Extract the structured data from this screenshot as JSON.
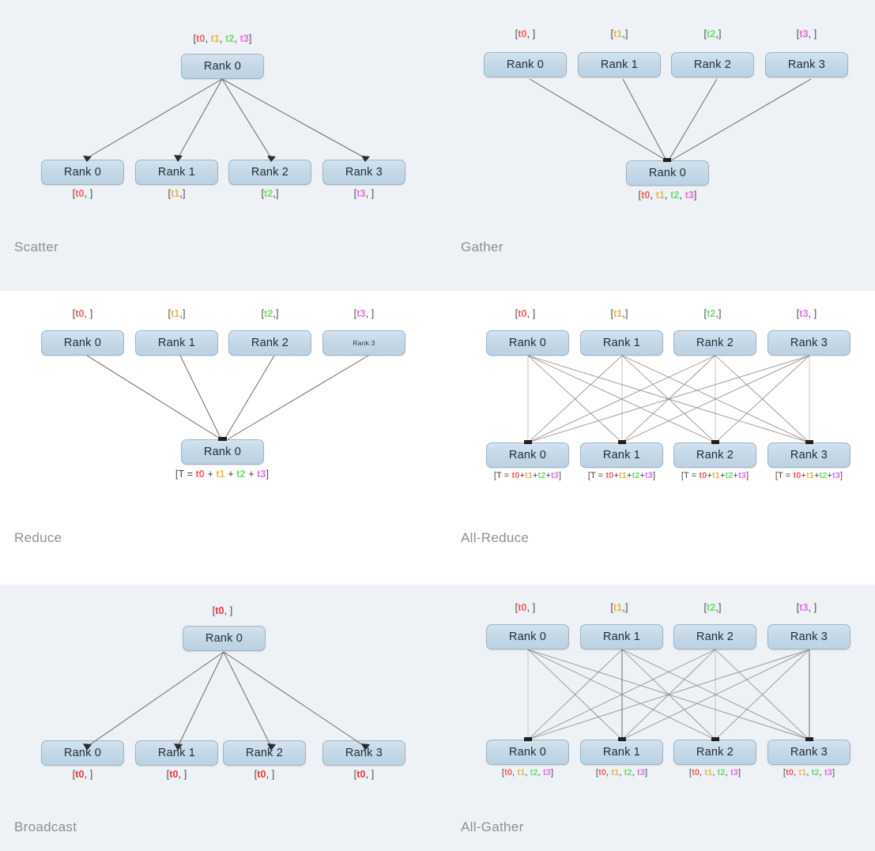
{
  "colors": {
    "t0": "#f2605f",
    "t1": "#e8b84b",
    "t2": "#6fdc6f",
    "t3": "#e36fe0",
    "t0_broadcast": "#ef3333",
    "node_fill": "#c2d6e6",
    "node_border": "#9fb4c6",
    "band_bg": "#eef1f5",
    "page_bg": "#ffffff",
    "caption": "#8b9096",
    "edge": "#6a6a6a"
  },
  "tokens": {
    "t0": "t0",
    "t1": "t1",
    "t2": "t2",
    "t3": "t3",
    "open": "[",
    "close": "]",
    "comma": ", ",
    "plus": " + ",
    "plus_tight": "+",
    "eq": "T = "
  },
  "panels": {
    "scatter": {
      "caption": "Scatter",
      "root": {
        "label": "Rank 0",
        "tensor": "[t0, t1, t2, t3]"
      },
      "children": [
        {
          "label": "Rank 0",
          "tensor": "[t0, ]"
        },
        {
          "label": "Rank 1",
          "tensor": "[t1,]"
        },
        {
          "label": "Rank 2",
          "tensor": "[t2,]"
        },
        {
          "label": "Rank 3",
          "tensor": "[t3, ]"
        }
      ]
    },
    "gather": {
      "caption": "Gather",
      "root": {
        "label": "Rank 0",
        "tensor": "[t0, t1, t2, t3]"
      },
      "children": [
        {
          "label": "Rank 0",
          "tensor": "[t0, ]"
        },
        {
          "label": "Rank 1",
          "tensor": "[t1,]"
        },
        {
          "label": "Rank 2",
          "tensor": "[t2,]"
        },
        {
          "label": "Rank 3",
          "tensor": "[t3, ]"
        }
      ]
    },
    "reduce": {
      "caption": "Reduce",
      "root": {
        "label": "Rank 0",
        "tensor": "[T = t0 + t1 + t2 + t3]"
      },
      "children": [
        {
          "label": "Rank 0",
          "tensor": "[t0, ]"
        },
        {
          "label": "Rank 1",
          "tensor": "[t1,]"
        },
        {
          "label": "Rank 2",
          "tensor": "[t2,]"
        },
        {
          "label": "Rank 3",
          "tensor": "[t3, ]"
        }
      ]
    },
    "all_reduce": {
      "caption": "All-Reduce",
      "top": [
        {
          "label": "Rank 0",
          "tensor": "[t0, ]"
        },
        {
          "label": "Rank 1",
          "tensor": "[t1,]"
        },
        {
          "label": "Rank 2",
          "tensor": "[t2,]"
        },
        {
          "label": "Rank 3",
          "tensor": "[t3, ]"
        }
      ],
      "bottom": [
        {
          "label": "Rank 0",
          "tensor": "[T = t0+t1+t2+t3]"
        },
        {
          "label": "Rank 1",
          "tensor": "[T = t0+t1+t2+t3]"
        },
        {
          "label": "Rank 2",
          "tensor": "[T = t0+t1+t2+t3]"
        },
        {
          "label": "Rank 3",
          "tensor": "[T = t0+t1+t2+t3]"
        }
      ]
    },
    "broadcast": {
      "caption": "Broadcast",
      "root": {
        "label": "Rank 0",
        "tensor": "[t0, ]"
      },
      "children": [
        {
          "label": "Rank 0",
          "tensor": "[t0, ]"
        },
        {
          "label": "Rank 1",
          "tensor": "[t0, ]"
        },
        {
          "label": "Rank 2",
          "tensor": "[t0, ]"
        },
        {
          "label": "Rank 3",
          "tensor": "[t0, ]"
        }
      ]
    },
    "all_gather": {
      "caption": "All-Gather",
      "top": [
        {
          "label": "Rank 0",
          "tensor": "[t0, ]"
        },
        {
          "label": "Rank 1",
          "tensor": "[t1,]"
        },
        {
          "label": "Rank 2",
          "tensor": "[t2,]"
        },
        {
          "label": "Rank 3",
          "tensor": "[t3, ]"
        }
      ],
      "bottom": [
        {
          "label": "Rank 0",
          "tensor": "[t0, t1, t2, t3]"
        },
        {
          "label": "Rank 1",
          "tensor": "[t0, t1, t2, t3]"
        },
        {
          "label": "Rank 2",
          "tensor": "[t0, t1, t2, t3]"
        },
        {
          "label": "Rank 3",
          "tensor": "[t0, t1, t2, t3]"
        }
      ]
    }
  },
  "watermark": {
    "text": ""
  }
}
